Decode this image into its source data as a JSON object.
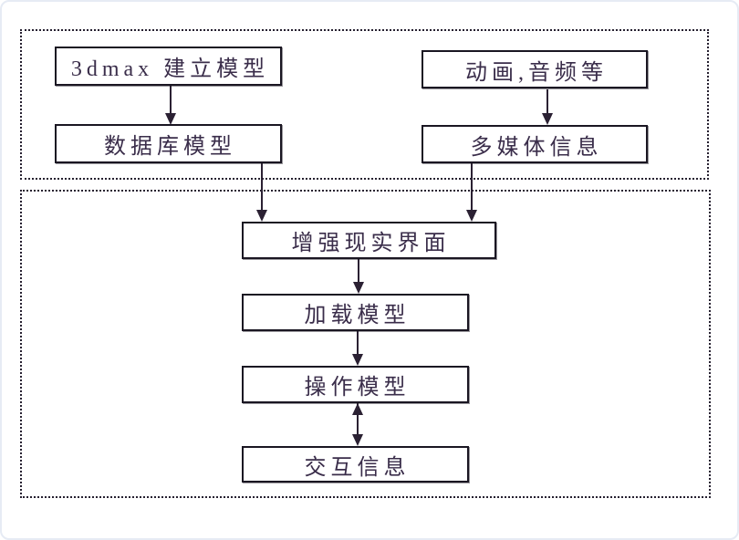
{
  "page": {
    "background_color": "#ffffff",
    "edge_border_color": "#e6ebf4"
  },
  "diagram": {
    "type": "flowchart",
    "colors": {
      "box_border": "#1a1622",
      "group_border_dotted": "#262030",
      "arrow_line": "#2b2133",
      "text": "#3a2d4a",
      "box_fill": "#ffffff"
    },
    "nodes": {
      "modeling": {
        "label": "3dmax 建立模型"
      },
      "database": {
        "label": "数据库模型"
      },
      "animation": {
        "label": "动画,音频等"
      },
      "multimedia": {
        "label": "多媒体信息"
      },
      "ar_interface": {
        "label": "增强现实界面"
      },
      "load_model": {
        "label": "加载模型"
      },
      "operate_model": {
        "label": "操作模型"
      },
      "interaction_info": {
        "label": "交互信息"
      }
    },
    "groups": [
      {
        "id": "top-group",
        "border": "dotted",
        "contains": [
          "modeling",
          "database",
          "animation",
          "multimedia"
        ]
      },
      {
        "id": "bottom-group",
        "border": "dotted",
        "contains": [
          "ar_interface",
          "load_model",
          "operate_model",
          "interaction_info"
        ]
      }
    ],
    "edges": [
      {
        "from": "modeling",
        "to": "database",
        "type": "arrow-down"
      },
      {
        "from": "animation",
        "to": "multimedia",
        "type": "arrow-down"
      },
      {
        "from": "database",
        "to": "ar_interface",
        "type": "arrow-down"
      },
      {
        "from": "multimedia",
        "to": "ar_interface",
        "type": "arrow-down"
      },
      {
        "from": "ar_interface",
        "to": "load_model",
        "type": "arrow-down"
      },
      {
        "from": "load_model",
        "to": "operate_model",
        "type": "arrow-down"
      },
      {
        "from": "operate_model",
        "to": "interaction_info",
        "type": "arrow-both"
      }
    ]
  }
}
